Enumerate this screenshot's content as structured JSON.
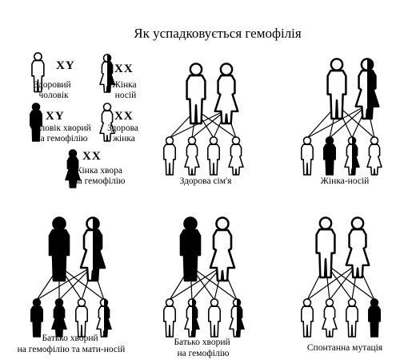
{
  "title": "Як успадковується гемофілія",
  "legend": [
    {
      "key": "healthy_man",
      "chromosomes": "XY",
      "label_lines": [
        "Здоровий",
        "чоловік"
      ]
    },
    {
      "key": "carrier_woman",
      "chromosomes": "XX",
      "label_lines": [
        "Жінка",
        "носій"
      ]
    },
    {
      "key": "sick_man",
      "chromosomes": "XY",
      "label_lines": [
        "Чоловік хворий",
        "на гемофілію"
      ]
    },
    {
      "key": "healthy_woman",
      "chromosomes": "XX",
      "label_lines": [
        "Здорова",
        "жінка"
      ]
    },
    {
      "key": "sick_woman",
      "chromosomes": "XX",
      "label_lines": [
        "Жінка хвора",
        "на гемофілію"
      ]
    }
  ],
  "families": [
    {
      "key": "healthy_family",
      "caption_lines": [
        "Здорова сім'я"
      ],
      "parents": [
        "male-healthy",
        "female-healthy"
      ],
      "children": [
        "male-healthy",
        "female-healthy",
        "male-healthy",
        "female-healthy"
      ]
    },
    {
      "key": "carrier_mother",
      "caption_lines": [
        "Жінка-носій"
      ],
      "parents": [
        "male-healthy",
        "female-carrier"
      ],
      "children": [
        "male-healthy",
        "male-sick",
        "female-carrier",
        "female-healthy"
      ]
    },
    {
      "key": "sick_father_carrier_mother",
      "caption_lines": [
        "Батько хворий",
        "на гемофілію та мати-носій"
      ],
      "parents": [
        "male-sick",
        "female-carrier"
      ],
      "children": [
        "male-sick",
        "female-sick",
        "male-healthy",
        "female-carrier"
      ]
    },
    {
      "key": "sick_father",
      "caption_lines": [
        "Батько хворий",
        "на гемофілію"
      ],
      "parents": [
        "male-sick",
        "female-healthy"
      ],
      "children": [
        "male-healthy",
        "female-carrier",
        "male-healthy",
        "female-carrier"
      ]
    },
    {
      "key": "spontaneous_mutation",
      "caption_lines": [
        "Спонтанна мутація"
      ],
      "parents": [
        "male-healthy",
        "female-healthy"
      ],
      "children": [
        "male-healthy",
        "female-healthy",
        "male-healthy",
        "male-sick"
      ]
    }
  ]
}
